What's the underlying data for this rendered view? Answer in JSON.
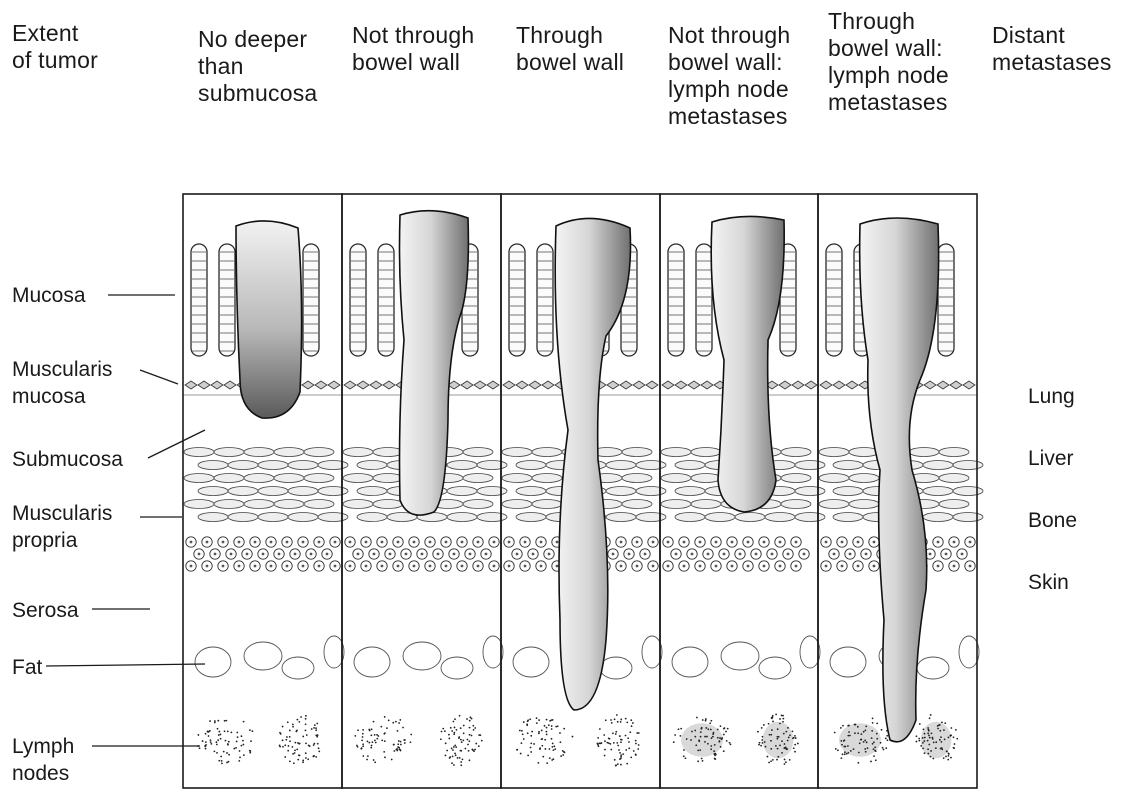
{
  "header": {
    "extent_label": [
      "Extent",
      "of tumor"
    ],
    "columns": [
      {
        "lines": [
          "No deeper",
          "than",
          "submucosa"
        ]
      },
      {
        "lines": [
          "Not through",
          "bowel wall"
        ]
      },
      {
        "lines": [
          "Through",
          "bowel wall"
        ]
      },
      {
        "lines": [
          "Not through",
          "bowel wall:",
          "lymph node",
          "metastases"
        ]
      },
      {
        "lines": [
          "Through",
          "bowel wall:",
          "lymph node",
          "metastases"
        ]
      },
      {
        "lines": [
          "Distant",
          "metastases"
        ]
      }
    ]
  },
  "layers": [
    {
      "lines": [
        "Mucosa"
      ]
    },
    {
      "lines": [
        "Muscularis",
        "mucosa"
      ]
    },
    {
      "lines": [
        "Submucosa"
      ]
    },
    {
      "lines": [
        "Muscularis",
        "propria"
      ]
    },
    {
      "lines": [
        "Serosa"
      ]
    },
    {
      "lines": [
        "Fat"
      ]
    },
    {
      "lines": [
        "Lymph",
        "nodes"
      ]
    }
  ],
  "metastasis_sites": [
    "Lung",
    "Liver",
    "Bone",
    "Skin"
  ]
}
